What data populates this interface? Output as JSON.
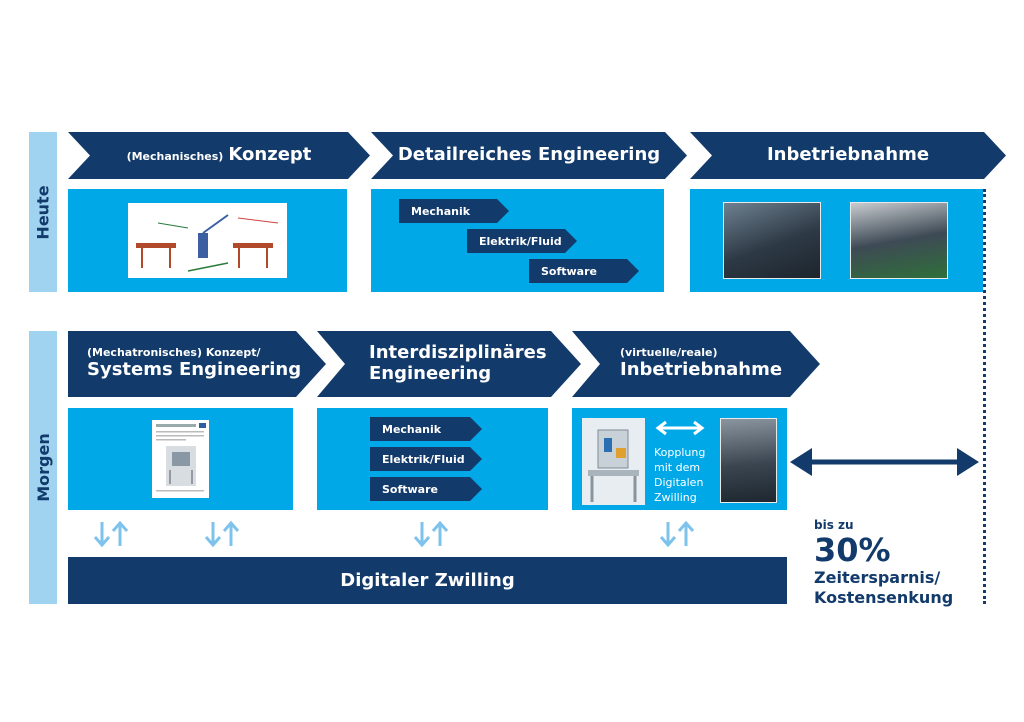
{
  "rows": {
    "today": "Heute",
    "tomorrow": "Morgen"
  },
  "today": {
    "phases": [
      {
        "pre": "(Mechanisches)",
        "main": "Konzept"
      },
      {
        "main": "Detailreiches Engineering"
      },
      {
        "main": "Inbetriebnahme"
      }
    ],
    "tags": [
      "Mechanik",
      "Elektrik/Fluid",
      "Software"
    ]
  },
  "tomorrow": {
    "phases": [
      {
        "pre": "(Mechatronisches) Konzept/",
        "main": "Systems Engineering"
      },
      {
        "main1": "Interdisziplinäres",
        "main2": "Engineering"
      },
      {
        "pre": "(virtuelle/reale)",
        "main": "Inbetriebnahme"
      }
    ],
    "tags": [
      "Mechanik",
      "Elektrik/Fluid",
      "Software"
    ],
    "coupling": "Kopplung mit dem Digitalen Zwilling",
    "digital_twin": "Digitaler Zwilling"
  },
  "savings": {
    "prefix": "bis zu",
    "value": "30%",
    "line1": "Zeitersparnis/",
    "line2": "Kostensenkung"
  },
  "colors": {
    "dark_blue": "#123a6b",
    "cyan": "#00a8e8",
    "light_blue": "#9fd3f0"
  }
}
